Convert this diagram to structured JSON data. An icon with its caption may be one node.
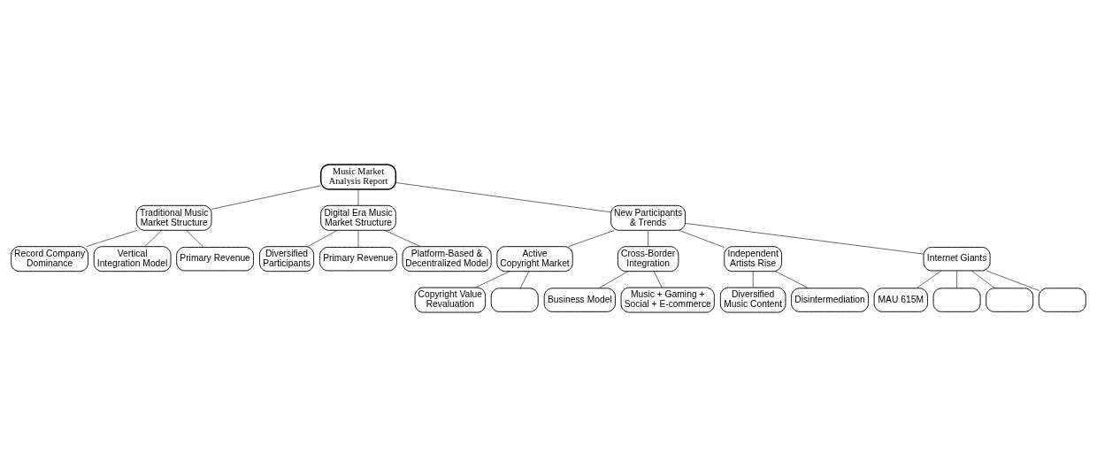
{
  "diagram": {
    "nodes": [
      {
        "text": [
          "Music Market Analysis Report"
        ]
      },
      {
        "text": [
          "Traditional Music Market Structure"
        ]
      },
      {
        "text": [
          "Record Company Dominance"
        ]
      },
      {
        "text": [
          "Vertical Integration Model"
        ]
      },
      {
        "text": [
          "Primary Revenue"
        ]
      },
      {
        "text": [
          "Digital Era Music Market Structure"
        ]
      },
      {
        "text": [
          "Diversified Participants"
        ]
      },
      {
        "text": [
          "Primary Revenue"
        ]
      },
      {
        "text": [
          "Platform-Based & Decentralized Model"
        ]
      },
      {
        "text": [
          "New Participants & Trends"
        ]
      },
      {
        "text": [
          "Active Copyright Market"
        ]
      },
      {
        "text": [
          "Copyright Value Revaluation"
        ]
      },
      {
        "text": [],
        "shape": "box"
      },
      {
        "text": [
          "Cross-Border Integration"
        ]
      },
      {
        "text": [
          "Business Model"
        ]
      },
      {
        "text": [
          "Music + Gaming + Social + E-commerce"
        ]
      },
      {
        "text": [
          "Independent Artists Rise"
        ]
      },
      {
        "text": [
          "Diversified Music Content"
        ]
      },
      {
        "text": [
          "Disintermediation"
        ]
      },
      {
        "text": [
          "Internet Giants"
        ]
      },
      {
        "text": [
          "MAU 615M"
        ]
      },
      {
        "text": [],
        "shape": "box"
      },
      {
        "text": [],
        "shape": "box"
      },
      {
        "text": [],
        "shape": "box"
      }
    ],
    "edges": [
      {
        "from": 0,
        "to": 1,
        "arrow": "none"
      },
      {
        "from": 1,
        "to": 2,
        "arrow": "none"
      },
      {
        "from": 1,
        "to": 3,
        "arrow": "none"
      },
      {
        "from": 1,
        "to": 4,
        "arrow": "none"
      },
      {
        "from": 0,
        "to": 5,
        "arrow": "none"
      },
      {
        "from": 5,
        "to": 6,
        "arrow": "none"
      },
      {
        "from": 5,
        "to": 7,
        "arrow": "none"
      },
      {
        "from": 5,
        "to": 8,
        "arrow": "none"
      },
      {
        "from": 0,
        "to": 9,
        "arrow": "none"
      },
      {
        "from": 9,
        "to": 10,
        "arrow": "none"
      },
      {
        "from": 10,
        "to": 11,
        "arrow": "none"
      },
      {
        "from": 10,
        "to": 12,
        "arrow": "none"
      },
      {
        "from": 9,
        "to": 13,
        "arrow": "none"
      },
      {
        "from": 13,
        "to": 14,
        "arrow": "none"
      },
      {
        "from": 13,
        "to": 15,
        "arrow": "none"
      },
      {
        "from": 9,
        "to": 16,
        "arrow": "none"
      },
      {
        "from": 16,
        "to": 17,
        "arrow": "none"
      },
      {
        "from": 16,
        "to": 18,
        "arrow": "none"
      },
      {
        "from": 9,
        "to": 19,
        "arrow": "none"
      },
      {
        "from": 19,
        "to": 20,
        "arrow": "none"
      },
      {
        "from": 19,
        "to": 21,
        "arrow": "none"
      },
      {
        "from": 19,
        "to": 22,
        "arrow": "none"
      },
      {
        "from": 19,
        "to": 23,
        "arrow": "none"
      }
    ]
  }
}
